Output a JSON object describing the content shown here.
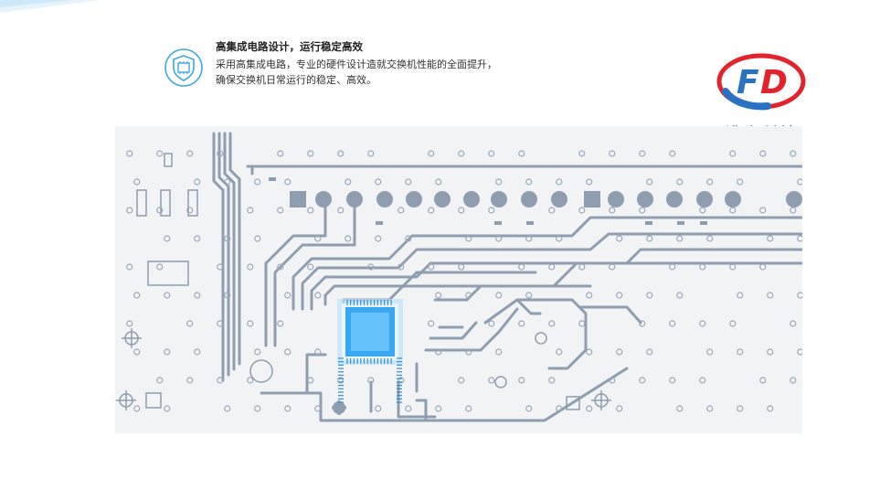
{
  "feature": {
    "icon": "shield-chip-icon",
    "title": "高集成电路设计，运行稳定高效",
    "desc_line1": "采用高集成电路，专业的硬件设计造就交换机性能的全面提升，",
    "desc_line2": "确保交换机日常运行的稳定、高效。"
  },
  "brand": {
    "logo_icon": "fd-logo-icon",
    "name": "沸点科技",
    "colors": {
      "blue": "#2a73c2",
      "red": "#e3232b"
    }
  },
  "pcb": {
    "illustration": "circuit-board-illustration",
    "colors": {
      "background": "#f2f3f5",
      "trace": "#8e9db0",
      "chip": "#3aa7f2"
    }
  }
}
